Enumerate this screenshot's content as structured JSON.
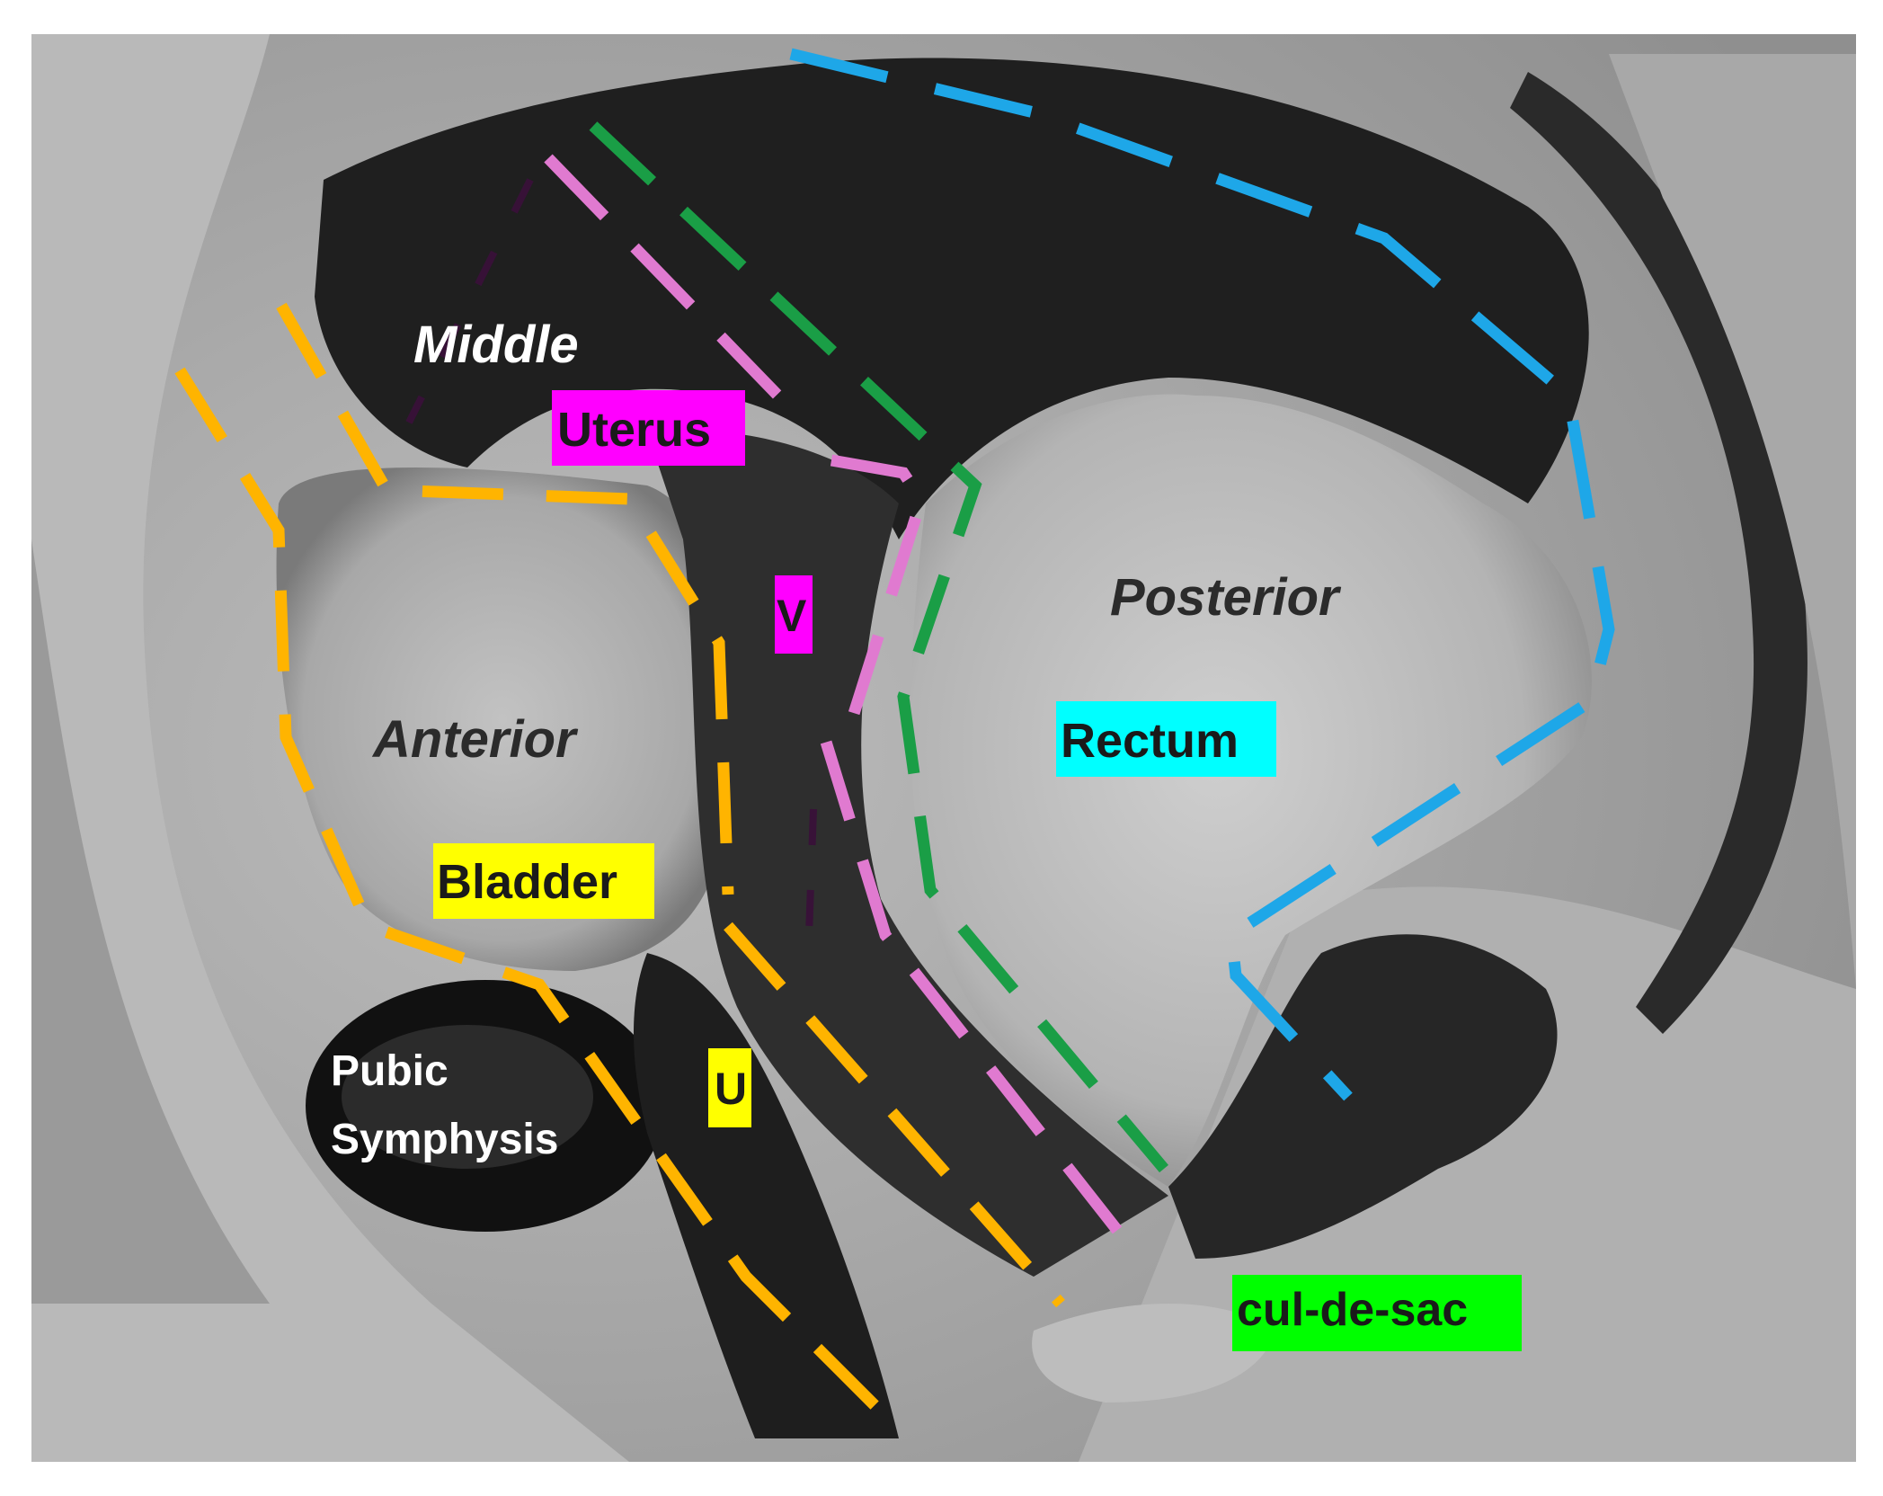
{
  "compartments": {
    "middle": "Middle",
    "anterior": "Anterior",
    "posterior": "Posterior"
  },
  "organs": {
    "uterus": "Uterus",
    "vagina": "V",
    "bladder": "Bladder",
    "urethra": "U",
    "rectum": "Rectum",
    "cul_de_sac": "cul-de-sac",
    "pubic_line1": "Pubic",
    "pubic_line2": "Symphysis"
  },
  "colors": {
    "anterior_outline": "#ffb400",
    "uterus_outline": "#e07ad0",
    "cul_de_sac_outline": "#1a9e46",
    "rectum_outline": "#1ea7e8",
    "uterus_label_bg": "#ff00ff",
    "bladder_label_bg": "#ffff00",
    "rectum_label_bg": "#00ffff",
    "cul_de_sac_label_bg": "#00ff00"
  }
}
